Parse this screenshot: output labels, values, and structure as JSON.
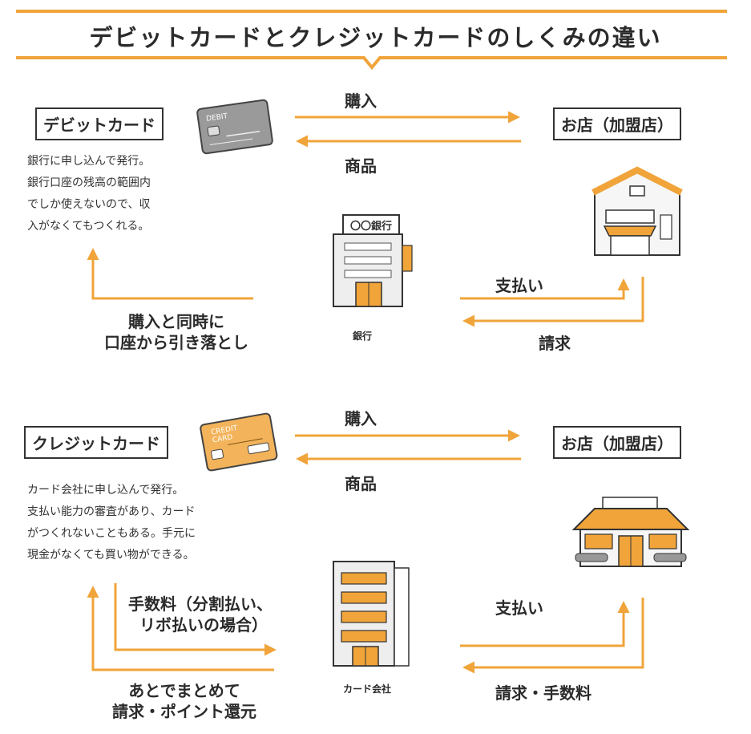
{
  "title": "デビットカードとクレジットカードのしくみの違い",
  "accent_color": "#f0a43a",
  "debit": {
    "card_box": "デビットカード",
    "card_face": "DEBIT",
    "store_box": "お店（加盟店）",
    "purchase": "購入",
    "goods": "商品",
    "description": [
      "銀行に申し込んで発行。",
      "銀行口座の残高の範囲内",
      "でしか使えないので、収",
      "入がなくてもつくれる。"
    ],
    "bank_sign": "〇〇銀行",
    "bank_caption": "銀行",
    "payment": "支払い",
    "billing": "請求",
    "withdraw": [
      "購入と同時に",
      "口座から引き落とし"
    ]
  },
  "credit": {
    "card_box": "クレジットカード",
    "card_face": [
      "CREDIT",
      "CARD"
    ],
    "store_box": "お店（加盟店）",
    "purchase": "購入",
    "goods": "商品",
    "description": [
      "カード会社に申し込んで発行。",
      "支払い能力の審査があり、カード",
      "がつくれないこともある。手元に",
      "現金がなくても買い物ができる。"
    ],
    "company_caption": "カード会社",
    "payment": "支払い",
    "billing": "請求・手数料",
    "fee": [
      "手数料（分割払い、",
      "リボ払いの場合）"
    ],
    "later": [
      "あとでまとめて",
      "請求・ポイント還元"
    ]
  }
}
